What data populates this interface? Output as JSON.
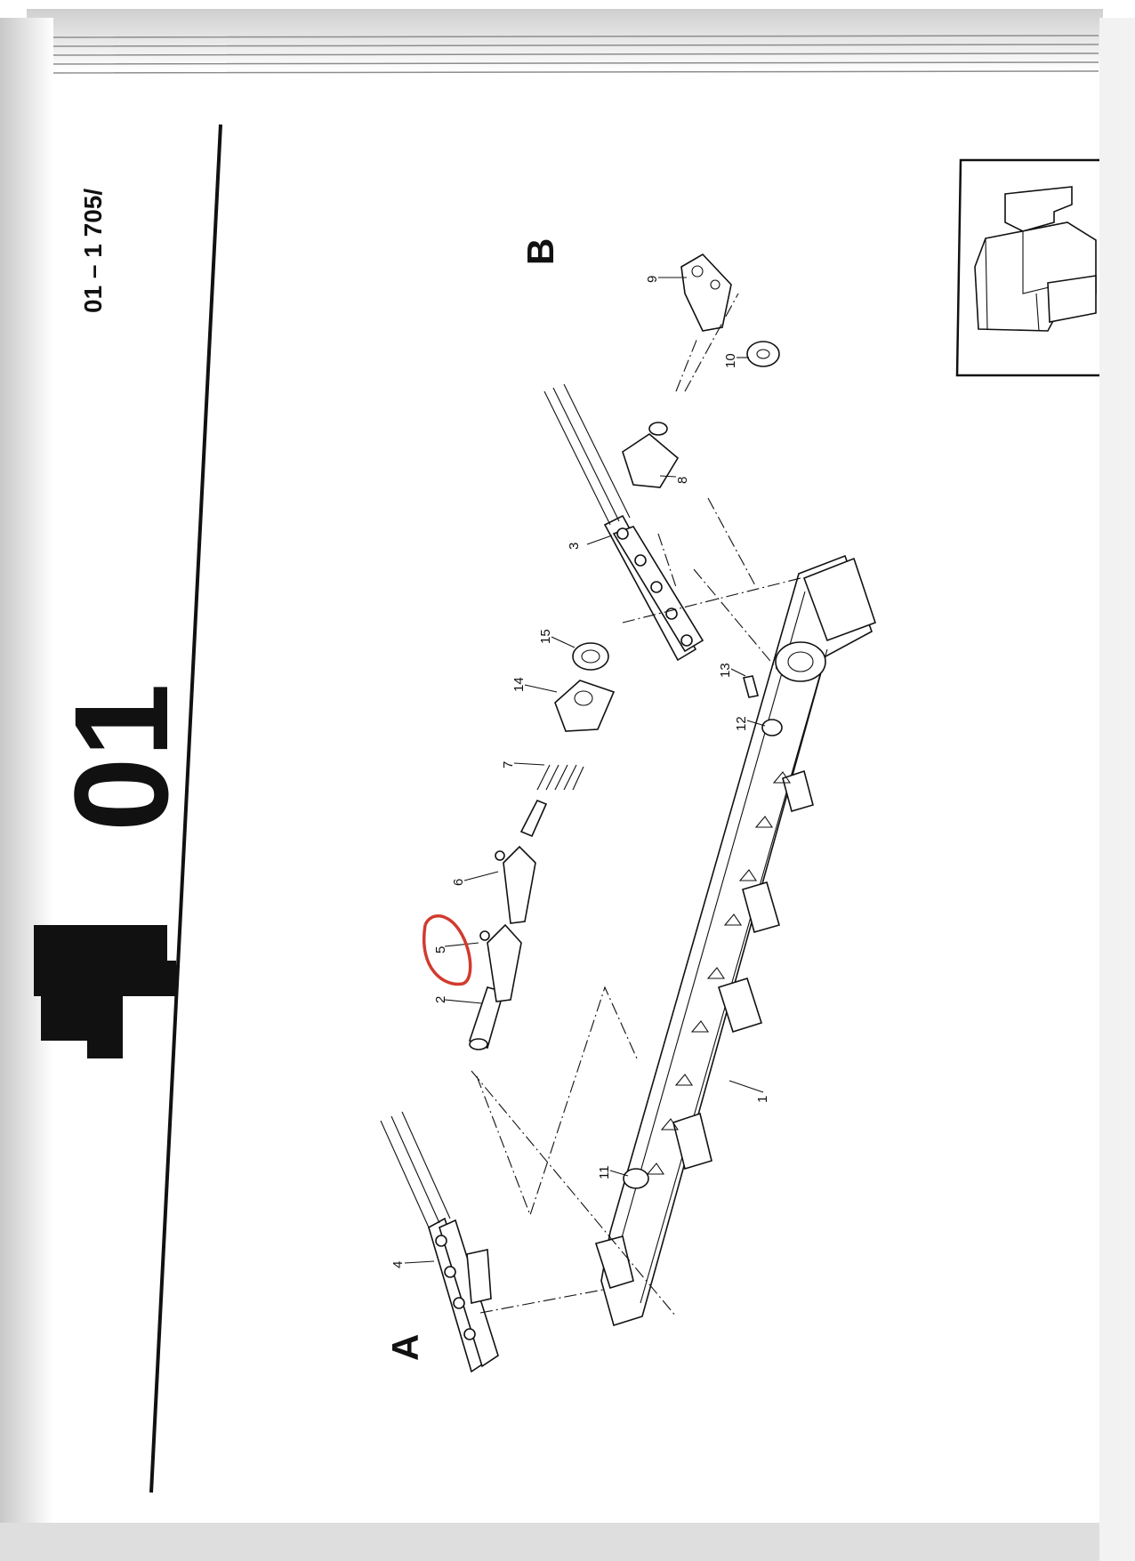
{
  "page": {
    "section_code": "01",
    "document_number": "01 – 1 705/",
    "view_labels": {
      "a": "A",
      "b": "B"
    },
    "callouts": [
      "1",
      "2",
      "3",
      "4",
      "5",
      "6",
      "7",
      "8",
      "9",
      "10",
      "11",
      "12",
      "13",
      "14",
      "15"
    ],
    "highlight": {
      "part": "5",
      "color": "#d23a2e"
    },
    "colors": {
      "ink": "#111111",
      "paper": "#ffffff",
      "scan_edge": "#9a9a9a"
    }
  }
}
